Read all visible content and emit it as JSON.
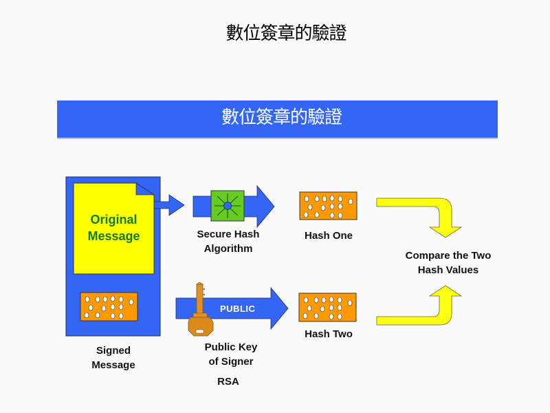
{
  "title": "數位簽章的驗證",
  "banner": {
    "title": "數位簽章的驗證"
  },
  "colors": {
    "background": "#fafafa",
    "banner_blue": "#3366f5",
    "document_yellow": "#ffff00",
    "hash_orange": "#ff9900",
    "algorithm_green": "#66cc22",
    "key_gold": "#d98a1a",
    "compare_arrow_yellow": "#ffff11",
    "original_text_green": "#117a11"
  },
  "signed_message": {
    "document_label": [
      "Original",
      "Message"
    ],
    "caption": [
      "Signed",
      "Message"
    ]
  },
  "hash_algorithm": {
    "caption": [
      "Secure Hash",
      "Algorithm"
    ]
  },
  "public_key": {
    "arrow_label": "PUBLIC",
    "caption": [
      "Public Key",
      "of Signer"
    ],
    "algorithm": "RSA"
  },
  "hash_one": {
    "caption": "Hash One"
  },
  "hash_two": {
    "caption": "Hash Two"
  },
  "compare": {
    "caption": [
      "Compare the Two",
      "Hash Values"
    ]
  }
}
